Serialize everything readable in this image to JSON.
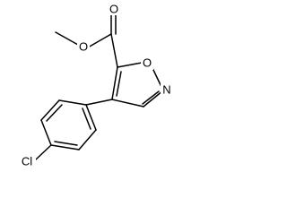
{
  "molecule": {
    "atoms": {
      "methoxy_oxygen": "O",
      "carbonyl_oxygen": "O",
      "ring_oxygen": "O",
      "ring_nitrogen": "N",
      "chlorine": "Cl"
    }
  },
  "colors": {
    "bond": "#000000",
    "label": "#000000",
    "background": "#ffffff"
  }
}
